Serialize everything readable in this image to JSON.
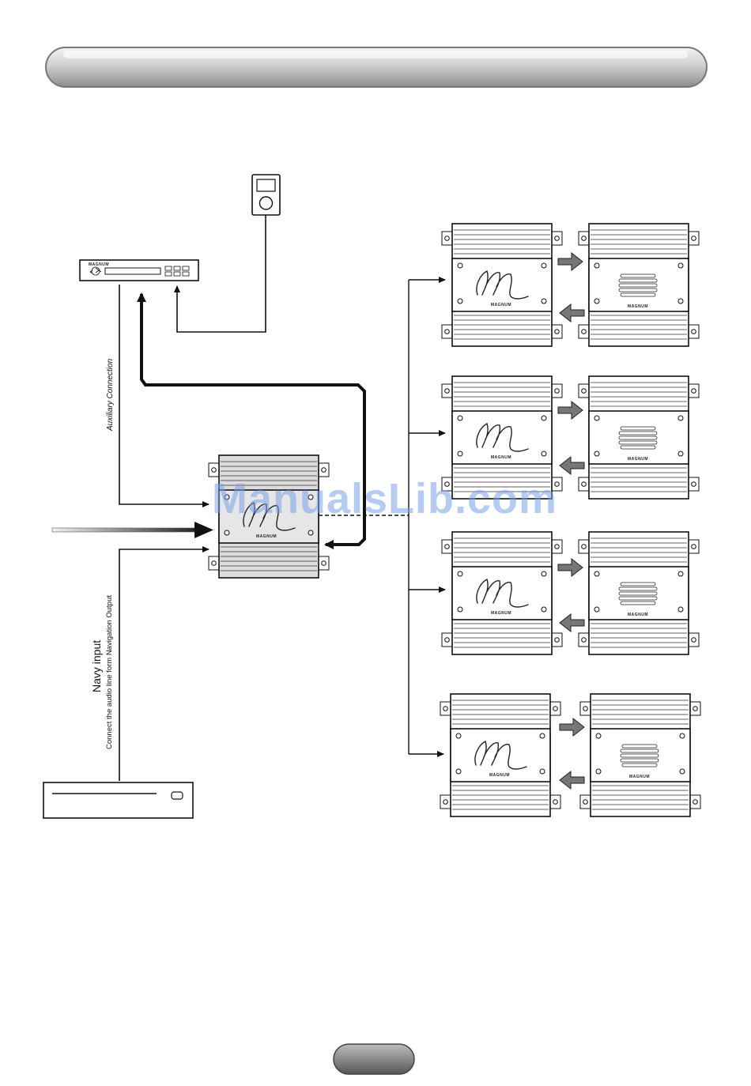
{
  "labels": {
    "auxiliary": "Auxiliary Connection",
    "navy_input": "Navy input",
    "navy_description": "Connect the audio line form Navigation Output"
  },
  "watermark": "ManualsLib.com",
  "brand": "MAGNUM",
  "head_unit": {
    "brand": "MAGNUM"
  },
  "colors": {
    "line": "#111111",
    "arrow_fill": "#777777",
    "amp_body": "#e6e6e6",
    "speaker_body": "#ffffff"
  },
  "icons": [
    "ipod-icon",
    "head-unit-icon",
    "navigation-unit-icon",
    "amplifier-icon",
    "speaker-icon",
    "arrow-icon"
  ]
}
